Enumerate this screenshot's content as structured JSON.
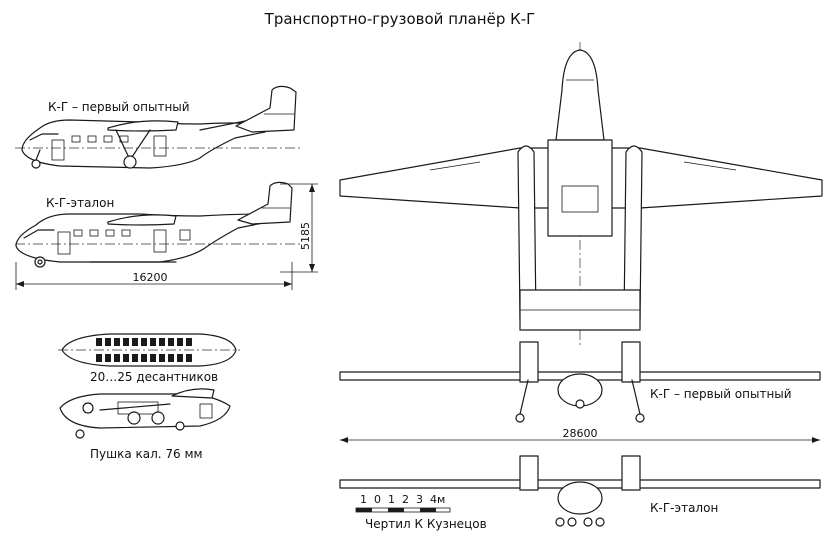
{
  "title": "Транспортно-грузовой планёр К-Г",
  "labels": {
    "first_prototype_side": "К-Г – первый опытный",
    "standard_side": "К-Г-эталон",
    "first_prototype_front": "К-Г – первый опытный",
    "standard_front": "К-Г-эталон",
    "troops": "20…25 десантников",
    "gun": "Пушка кал. 76 мм",
    "author": "Чертил К Кузнецов"
  },
  "dimensions": {
    "height": "5185",
    "length": "16200",
    "span": "28600"
  },
  "scale_bar": {
    "ticks": [
      "1",
      "0",
      "1",
      "2",
      "3",
      "4м"
    ]
  }
}
